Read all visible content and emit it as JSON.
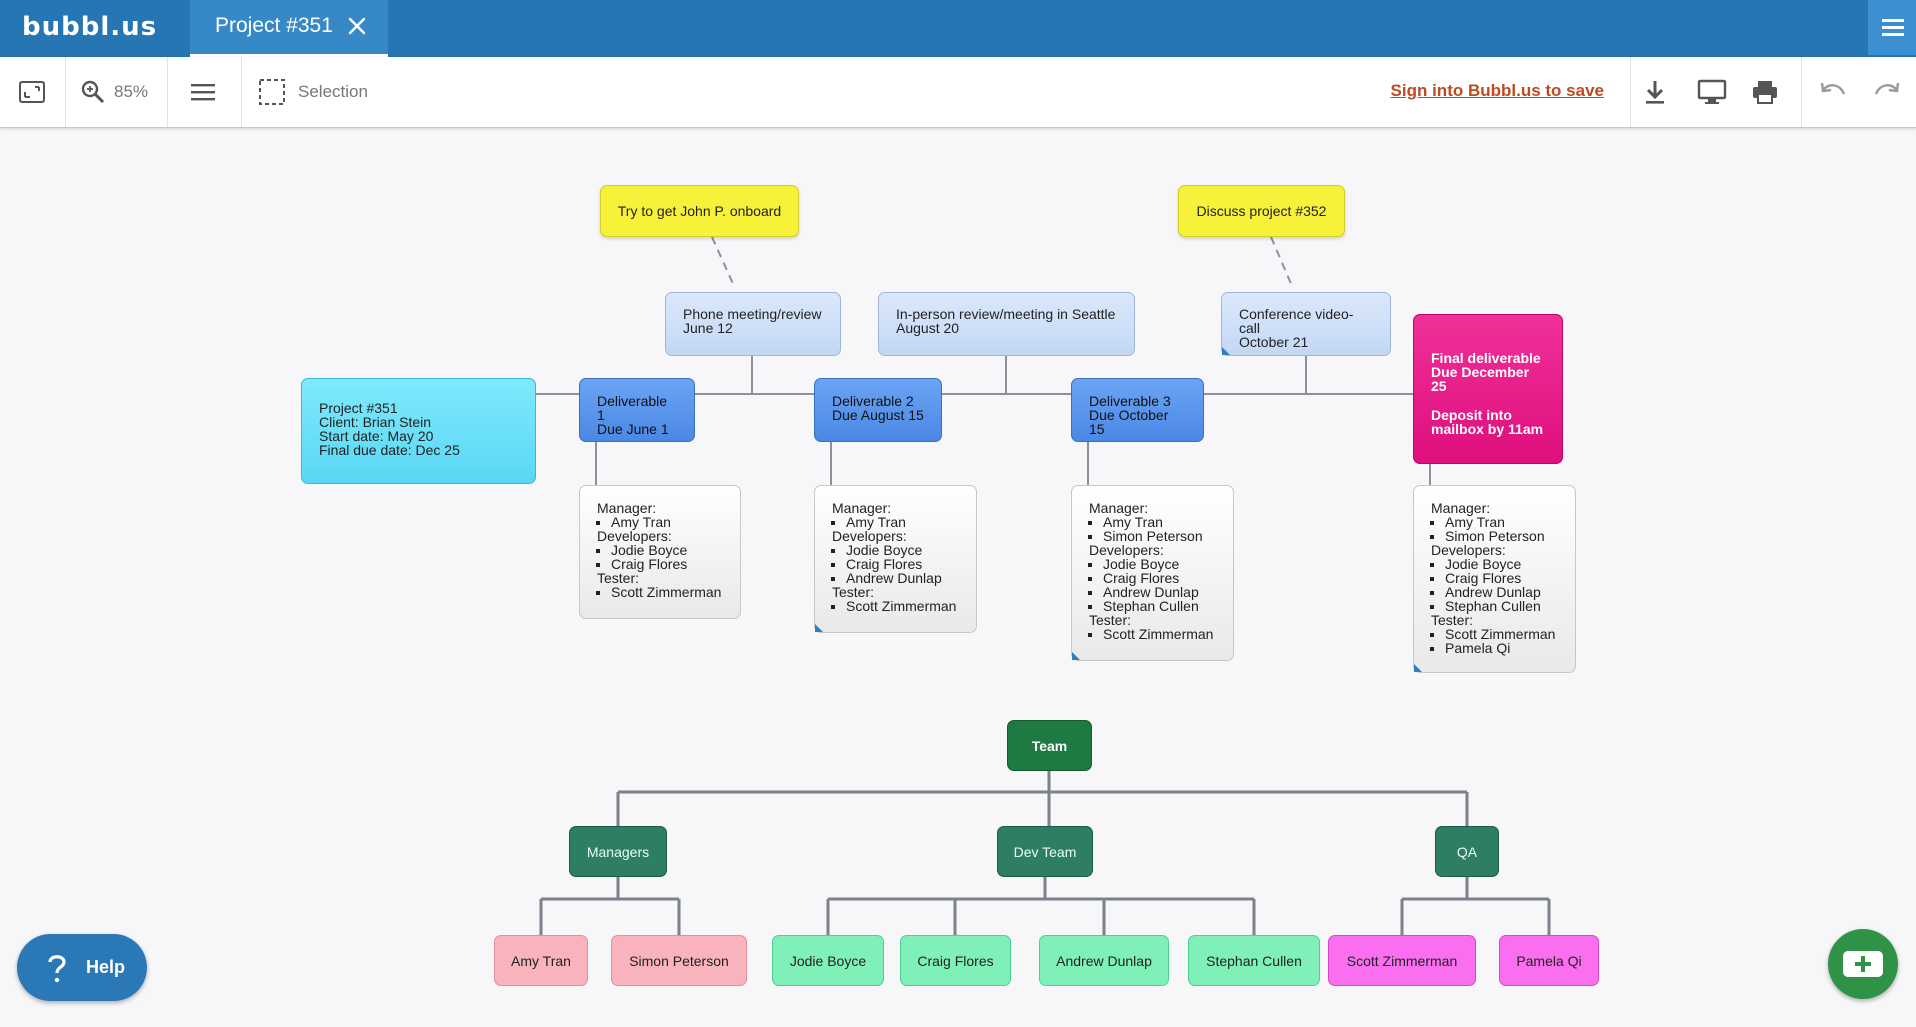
{
  "app": {
    "logo": "bubbl.us"
  },
  "tab": {
    "title": "Project #351"
  },
  "toolbar": {
    "zoom": "85%",
    "selection_label": "Selection",
    "signin": "Sign into Bubbl.us to save"
  },
  "notes": {
    "john": "Try to get John P. onboard",
    "discuss": "Discuss project #352"
  },
  "meetings": [
    {
      "title": "Phone meeting/review",
      "date": "June 12"
    },
    {
      "title": "In-person review/meeting in Seattle",
      "date": "August 20"
    },
    {
      "title": "Conference video-call",
      "date": "October 21"
    }
  ],
  "project": {
    "line1": "Project #351",
    "line2": "Client: Brian Stein",
    "line3": "Start date: May 20",
    "line4": "Final due date: Dec 25"
  },
  "deliverables": [
    {
      "title": "Deliverable 1",
      "due": "Due  June 1"
    },
    {
      "title": "Deliverable 2",
      "due": "Due August 15"
    },
    {
      "title": "Deliverable 3",
      "due": "Due October 15"
    }
  ],
  "final": {
    "title": "Final deliverable",
    "due": "Due December 25",
    "note1": "Deposit into",
    "note2": "mailbox by 11am"
  },
  "labels": {
    "manager": "Manager:",
    "developers": "Developers:",
    "tester": "Tester:"
  },
  "teams": [
    {
      "managers": [
        "Amy Tran"
      ],
      "developers": [
        "Jodie Boyce",
        "Craig Flores"
      ],
      "testers": [
        "Scott Zimmerman"
      ]
    },
    {
      "managers": [
        "Amy Tran"
      ],
      "developers": [
        "Jodie Boyce",
        "Craig Flores",
        "Andrew Dunlap"
      ],
      "testers": [
        "Scott Zimmerman"
      ]
    },
    {
      "managers": [
        "Amy Tran",
        "Simon Peterson"
      ],
      "developers": [
        "Jodie Boyce",
        "Craig Flores",
        "Andrew Dunlap",
        "Stephan Cullen"
      ],
      "testers": [
        "Scott Zimmerman"
      ]
    },
    {
      "managers": [
        "Amy Tran",
        "Simon Peterson"
      ],
      "developers": [
        "Jodie Boyce",
        "Craig Flores",
        "Andrew Dunlap",
        "Stephan Cullen"
      ],
      "testers": [
        "Scott Zimmerman",
        "Pamela Qi"
      ]
    }
  ],
  "org": {
    "root": "Team",
    "groups": [
      {
        "name": "Managers",
        "members": [
          "Amy Tran",
          "Simon Peterson"
        ]
      },
      {
        "name": "Dev Team",
        "members": [
          "Jodie Boyce",
          "Craig Flores",
          "Andrew Dunlap",
          "Stephan Cullen"
        ]
      },
      {
        "name": "QA",
        "members": [
          "Scott Zimmerman",
          "Pamela Qi"
        ]
      }
    ]
  },
  "help": {
    "label": "Help"
  },
  "colors": {
    "topbar": "#2576b3",
    "note": "#f7f13a",
    "meeting": "#c9dbf6",
    "deliverable": "#5592ea",
    "project": "#6ee2fa",
    "final": "#e8198a",
    "team_root": "#1d7a43",
    "team_group": "#2d7e63",
    "managers_member": "#f9b3bd",
    "dev_member": "#7ff1b8",
    "qa_member": "#fa6ef0",
    "signin": "#c04a1f",
    "add_button": "#2e9347"
  }
}
